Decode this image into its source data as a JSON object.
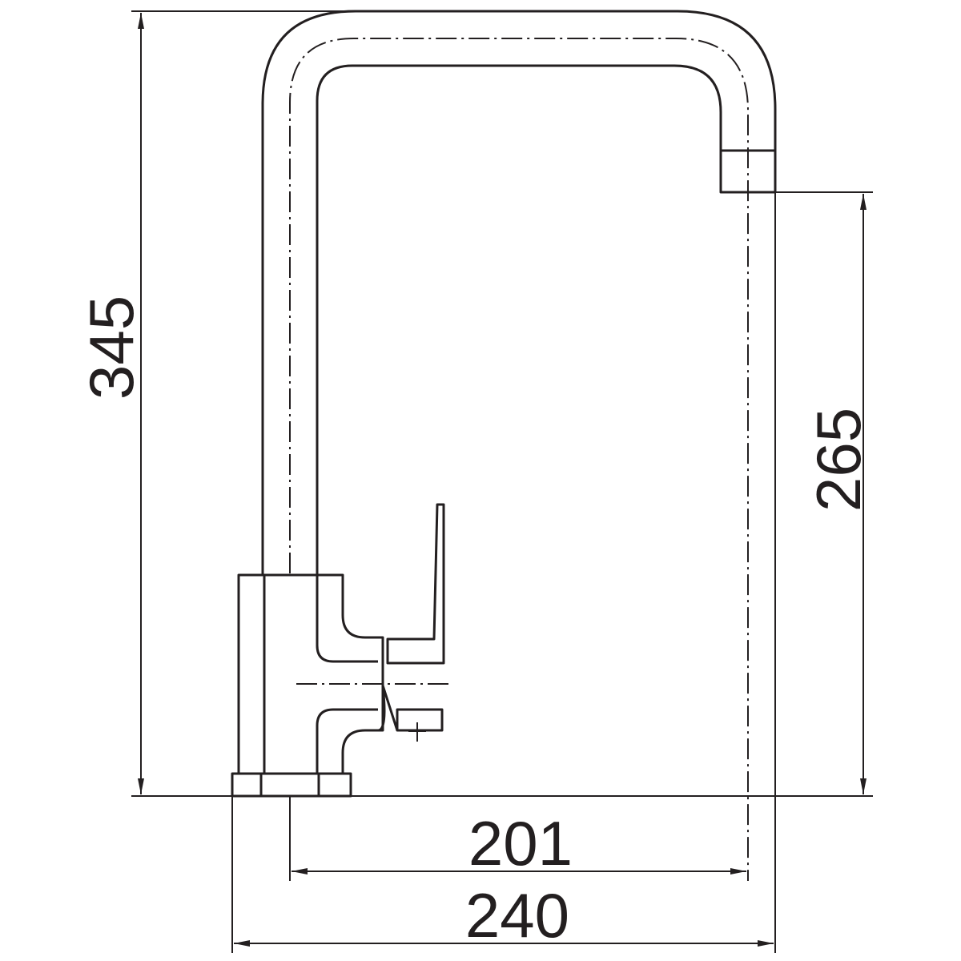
{
  "dimensions": {
    "overall_height": "345",
    "spout_height": "265",
    "spout_reach": "201",
    "overall_width": "240"
  },
  "colors": {
    "line": "#231f20",
    "background": "#ffffff"
  }
}
